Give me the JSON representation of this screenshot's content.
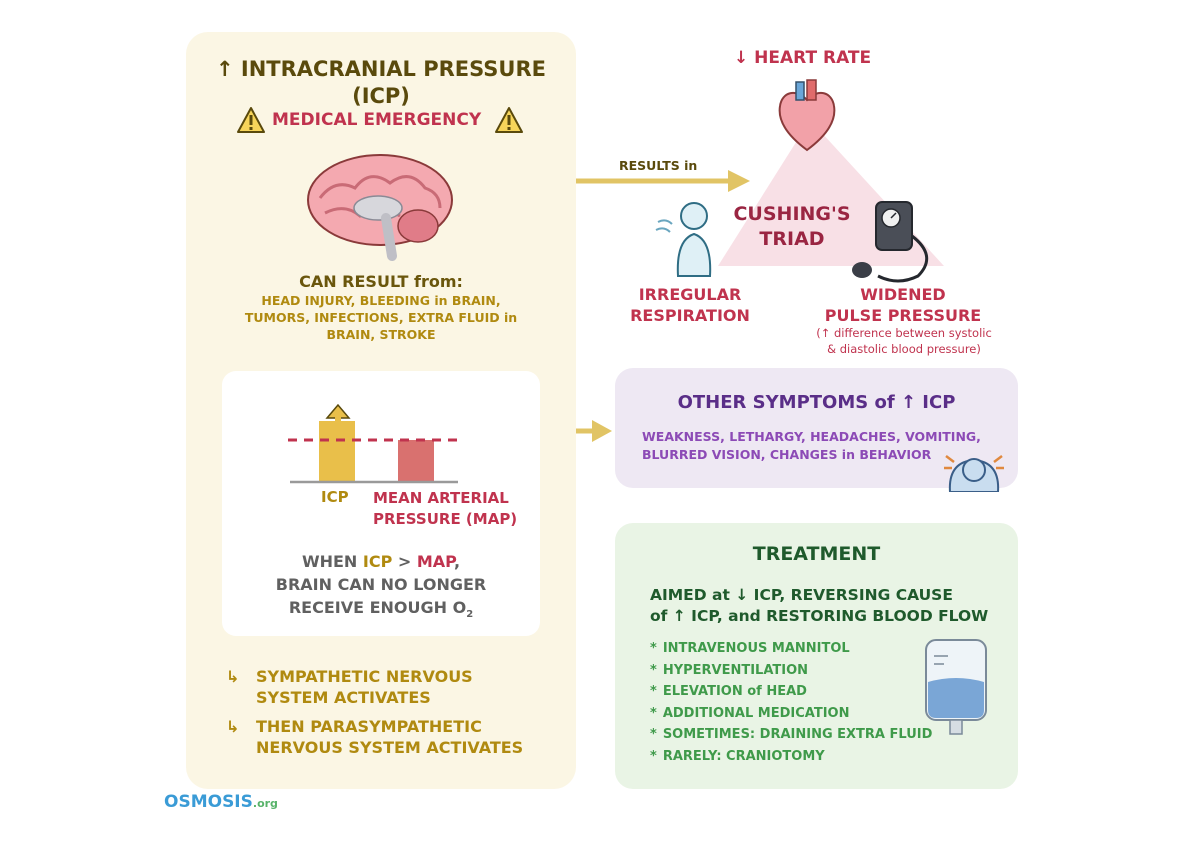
{
  "left_panel": {
    "title": "↑ INTRACRANIAL PRESSURE (ICP)",
    "emergency_label": "MEDICAL EMERGENCY",
    "cause_heading": "CAN RESULT from:",
    "causes": "HEAD INJURY, BLEEDING in BRAIN, TUMORS, INFECTIONS, EXTRA FLUID in BRAIN, STROKE",
    "chart": {
      "bar1_label": "ICP",
      "bar2_label": "MEAN ARTERIAL PRESSURE (MAP)"
    },
    "icp_note": {
      "prefix": "WHEN ",
      "icp": "ICP",
      "gt": " > ",
      "map": "MAP",
      "line1_end": ",",
      "line2": "BRAIN CAN NO LONGER",
      "line3": "RECEIVE ENOUGH O",
      "sub": "2"
    },
    "sequence": [
      "SYMPATHETIC NERVOUS SYSTEM ACTIVATES",
      "THEN PARASYMPATHETIC NERVOUS SYSTEM ACTIVATES"
    ]
  },
  "triad": {
    "arrow_label": "RESULTS in",
    "title_line1": "CUSHING'S",
    "title_line2": "TRIAD",
    "heart_rate": "↓ HEART RATE",
    "respiration_line1": "IRREGULAR",
    "respiration_line2": "RESPIRATION",
    "pulse_line1": "WIDENED",
    "pulse_line2": "PULSE PRESSURE",
    "pulse_note_line1": "(↑ difference between systolic",
    "pulse_note_line2": "& diastolic blood pressure)"
  },
  "other_symptoms": {
    "heading": "OTHER SYMPTOMS of ↑ ICP",
    "line1": "WEAKNESS, LETHARGY, HEADACHES, VOMITING,",
    "line2": "BLURRED VISION, CHANGES in BEHAVIOR"
  },
  "treatment": {
    "heading": "TREATMENT",
    "subline1": "AIMED at ↓ ICP, REVERSING CAUSE",
    "subline2": "of ↑ ICP, and RESTORING BLOOD FLOW",
    "items": [
      "INTRAVENOUS MANNITOL",
      "HYPERVENTILATION",
      "ELEVATION of HEAD",
      "ADDITIONAL MEDICATION",
      "SOMETIMES: DRAINING EXTRA FLUID",
      "RARELY: CRANIOTOMY"
    ],
    "bullet": "*"
  },
  "logo": {
    "text": "OSMOSIS",
    "suffix": ".org"
  },
  "colors": {
    "icp_bar": "#e9bf4a",
    "map_bar": "#d9716f",
    "accent_pink": "#c0334e",
    "accent_purple": "#5a2e88",
    "accent_green": "#1f5a2c"
  }
}
